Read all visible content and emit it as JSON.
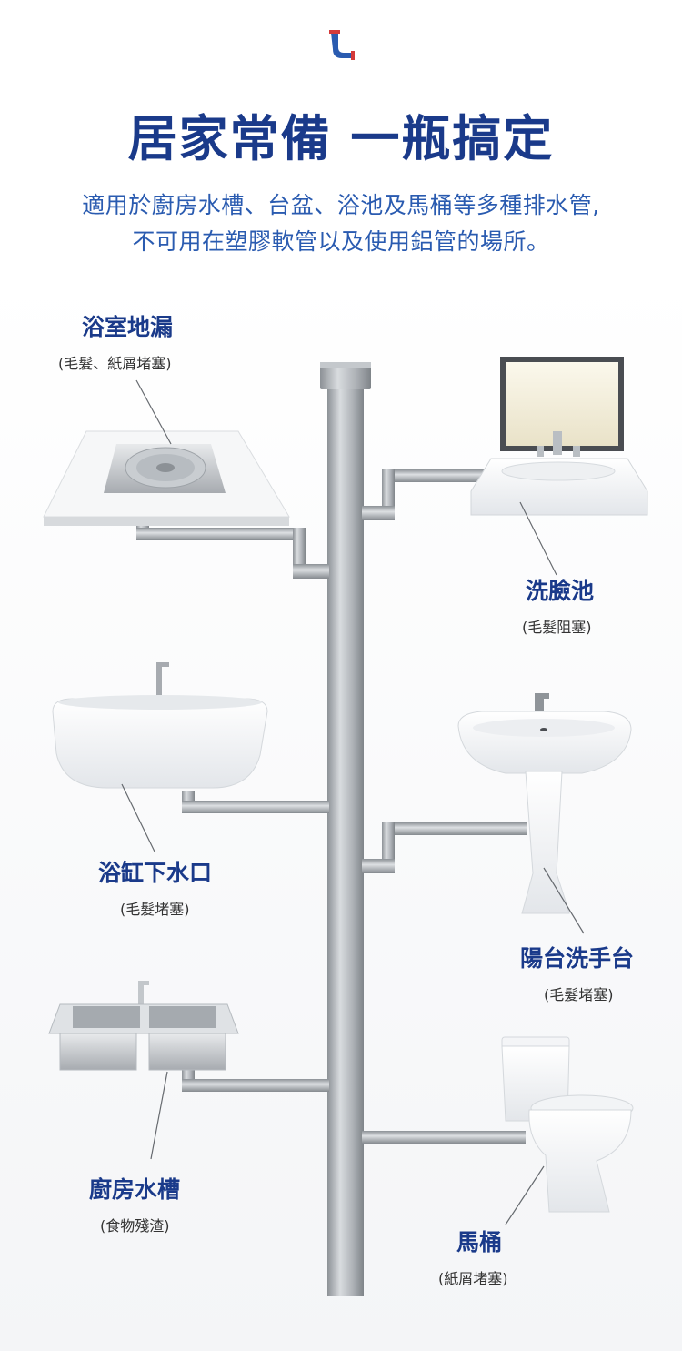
{
  "header": {
    "logo_icon": "pipe-icon",
    "title": "居家常備 一瓶搞定",
    "subtitle_line1": "適用於廚房水槽、台盆、浴池及馬桶等多種排水管,",
    "subtitle_line2": "不可用在塑膠軟管以及使用鋁管的場所。"
  },
  "fixtures": [
    {
      "id": "floor-drain",
      "name": "浴室地漏",
      "note": "(毛髮、紙屑堵塞)"
    },
    {
      "id": "washbasin",
      "name": "洗臉池",
      "note": "(毛髮阻塞)"
    },
    {
      "id": "bathtub",
      "name": "浴缸下水口",
      "note": "(毛髮堵塞)"
    },
    {
      "id": "balcony-sink",
      "name": "陽台洗手台",
      "note": "(毛髮堵塞)"
    },
    {
      "id": "kitchen-sink",
      "name": "廚房水槽",
      "note": "(食物殘渣)"
    },
    {
      "id": "toilet",
      "name": "馬桶",
      "note": "(紙屑堵塞)"
    }
  ],
  "colors": {
    "title": "#1a3a8a",
    "subtitle": "#2a5bb0",
    "pipe": "#a9adb2",
    "accent_red": "#d43a3a",
    "accent_blue": "#2a5bb0"
  }
}
